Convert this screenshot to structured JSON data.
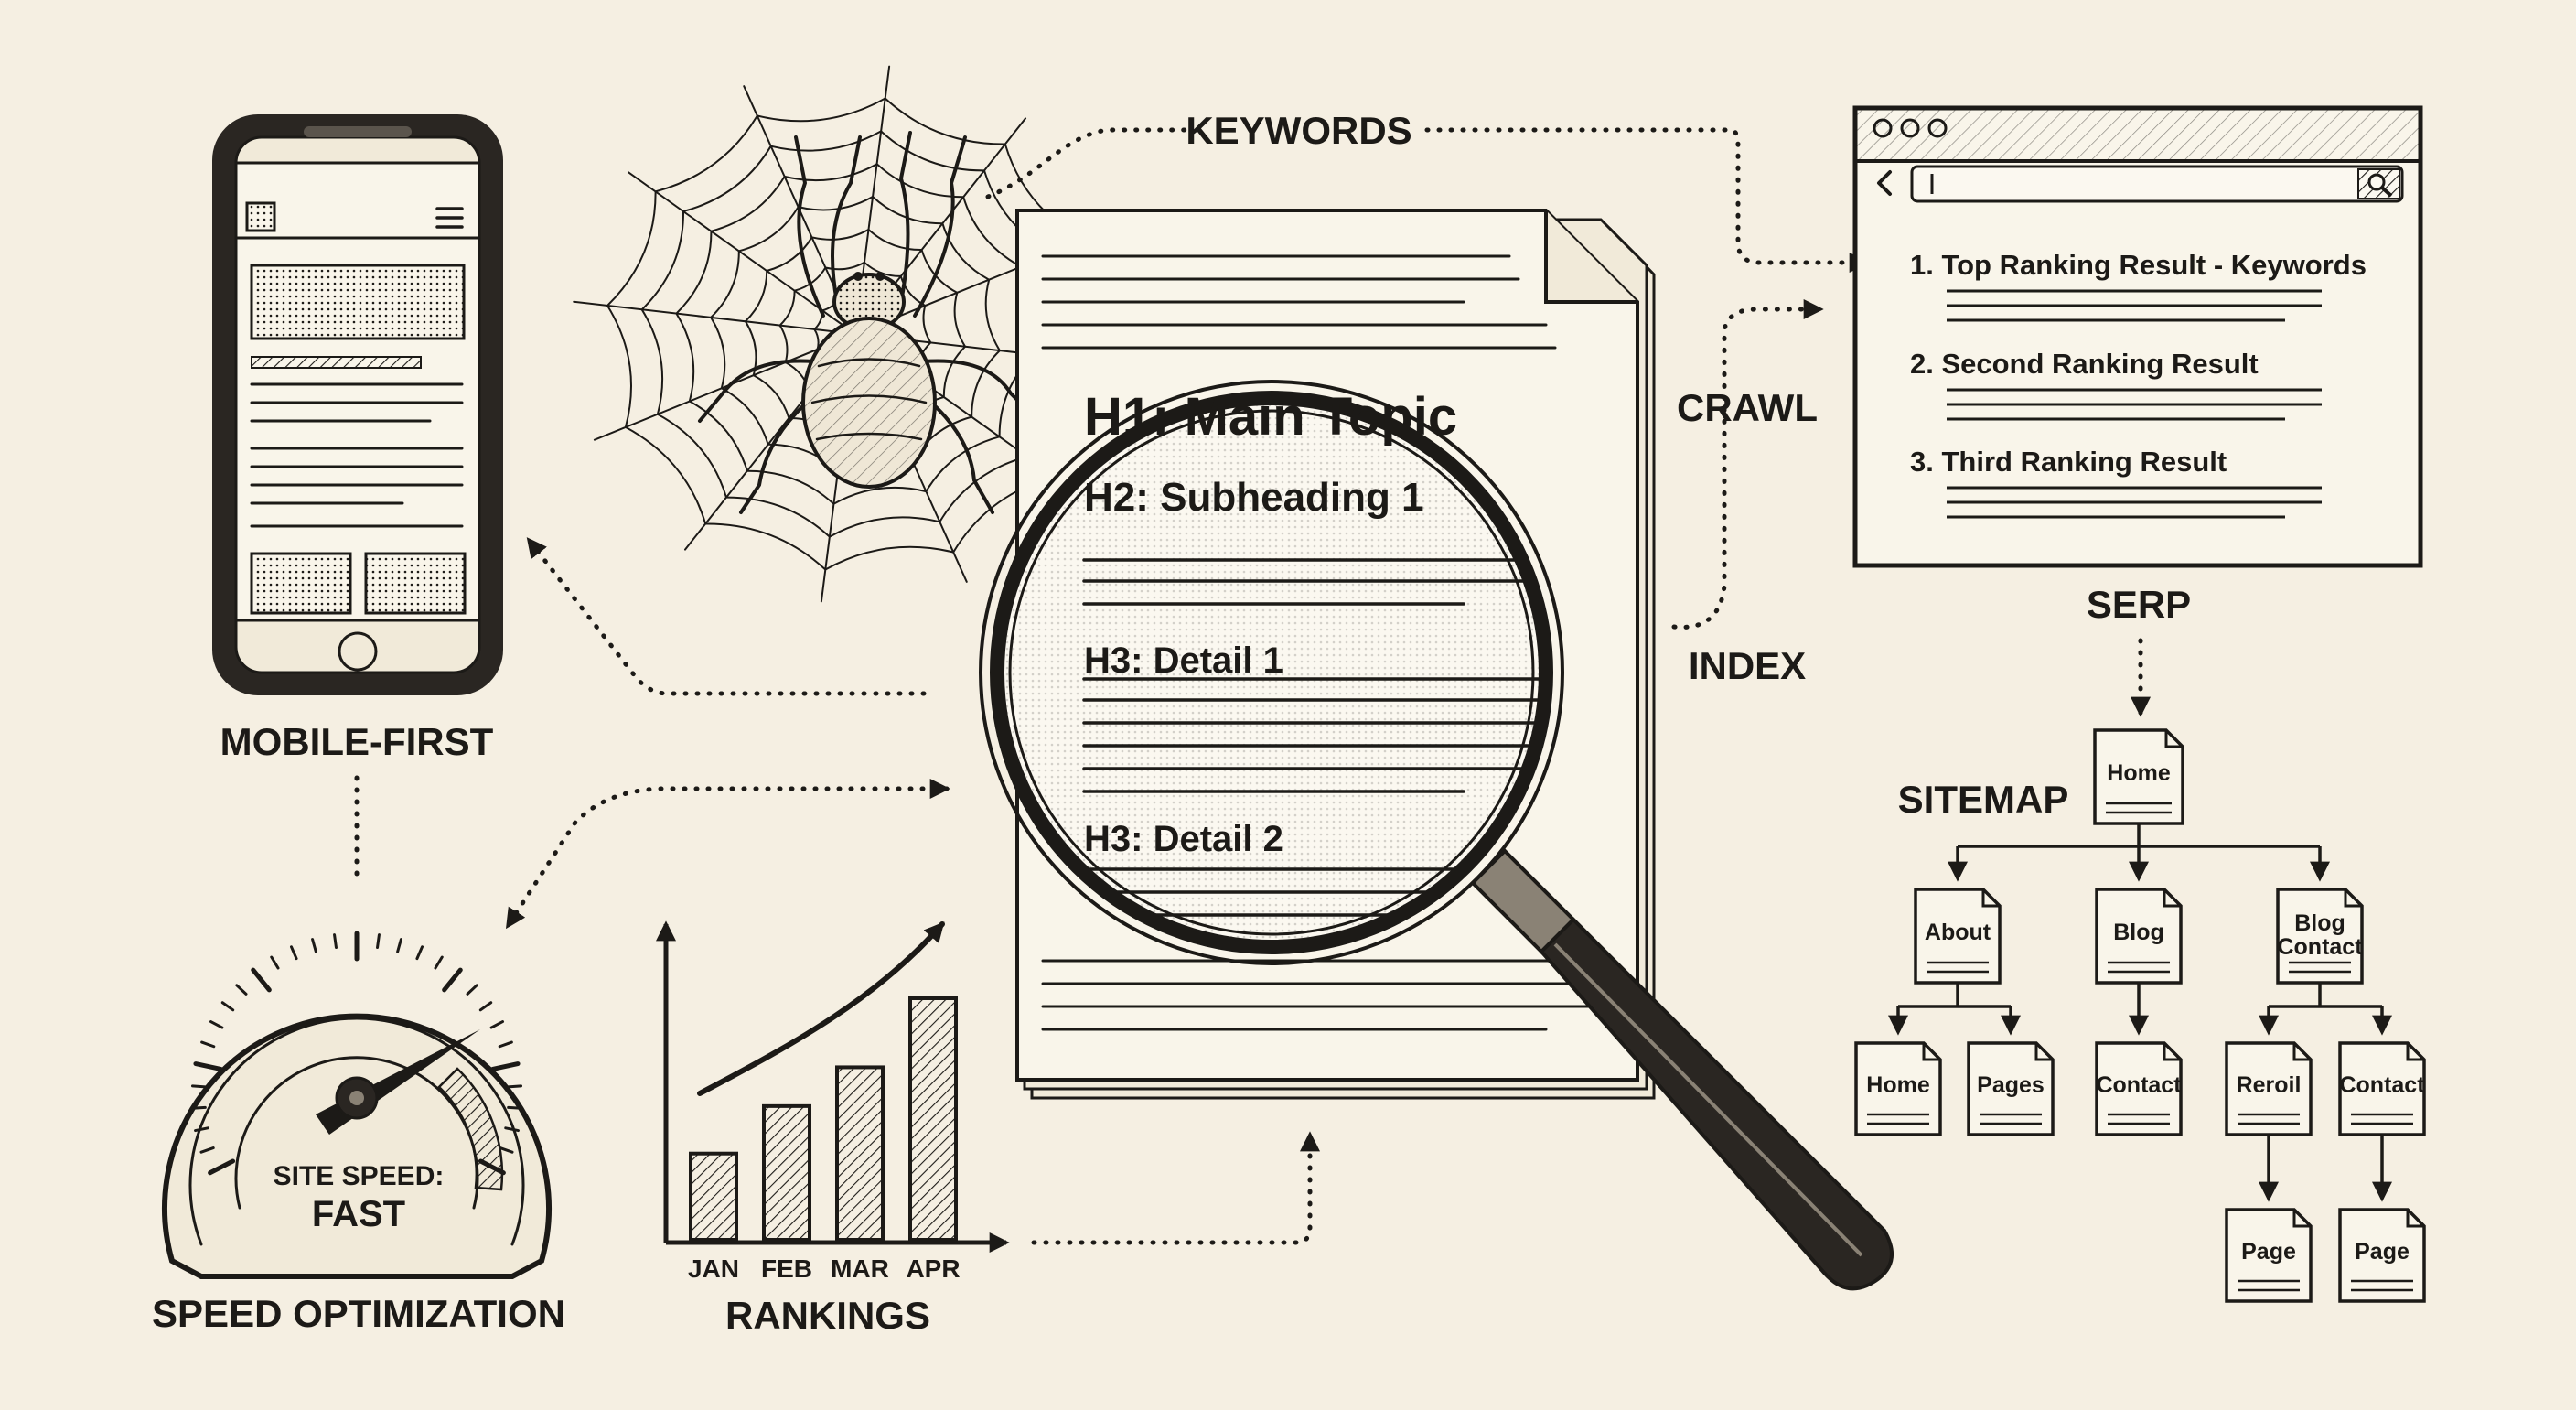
{
  "labels": {
    "keywords": "KEYWORDS",
    "crawl": "CRAWL",
    "index": "INDEX",
    "serp": "SERP",
    "sitemap": "SITEMAP",
    "mobile_first": "MOBILE-FIRST",
    "speed_optimization": "SPEED OPTIMIZATION",
    "rankings": "RANKINGS"
  },
  "document": {
    "h1": "H1: Main Topic",
    "h2": "H2: Subheading 1",
    "h3_a": "H3: Detail 1",
    "h3_b": "H3: Detail 2"
  },
  "serp_results": [
    "1. Top Ranking Result - Keywords",
    "2. Second Ranking Result",
    "3. Third Ranking Result"
  ],
  "gauge": {
    "line1": "SITE SPEED:",
    "line2": "FAST"
  },
  "sitemap": {
    "root": "Home",
    "level1": [
      "About",
      "Blog",
      "Blog Contact"
    ],
    "about_children": [
      "Home",
      "Pages"
    ],
    "blog_children": [
      "Contact"
    ],
    "blog_contact_children": [
      "Reroil",
      "Contact"
    ],
    "grandchildren": [
      "Page",
      "Page"
    ]
  },
  "chart_data": {
    "type": "bar",
    "categories": [
      "JAN",
      "FEB",
      "MAR",
      "APR"
    ],
    "values": [
      2,
      3.1,
      4,
      5.6
    ],
    "ylim": [
      0,
      7
    ],
    "title": "",
    "xlabel": "RANKINGS",
    "ylabel": ""
  },
  "colors": {
    "background": "#f5efe2",
    "ink": "#1c1a17"
  }
}
